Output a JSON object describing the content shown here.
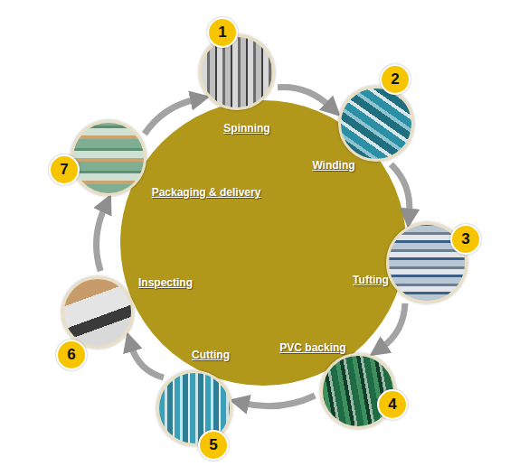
{
  "diagram": {
    "nodes": [
      {
        "text": [
          "1",
          "Spinning"
        ]
      },
      {
        "text": [
          "2",
          "Winding"
        ]
      },
      {
        "text": [
          "3",
          "Tufting"
        ]
      },
      {
        "text": [
          "4",
          "PVC backing"
        ]
      },
      {
        "text": [
          "5",
          "Cutting"
        ]
      },
      {
        "text": [
          "6",
          "Inspecting"
        ]
      },
      {
        "text": [
          "7",
          "Packaging & delivery"
        ]
      }
    ],
    "edges": [
      {
        "from": 0,
        "to": 1,
        "arrow": "to"
      },
      {
        "from": 1,
        "to": 2,
        "arrow": "to"
      },
      {
        "from": 2,
        "to": 3,
        "arrow": "to"
      },
      {
        "from": 3,
        "to": 4,
        "arrow": "to"
      },
      {
        "from": 4,
        "to": 5,
        "arrow": "to"
      },
      {
        "from": 5,
        "to": 6,
        "arrow": "to"
      },
      {
        "from": 6,
        "to": 0,
        "arrow": "to"
      }
    ]
  }
}
